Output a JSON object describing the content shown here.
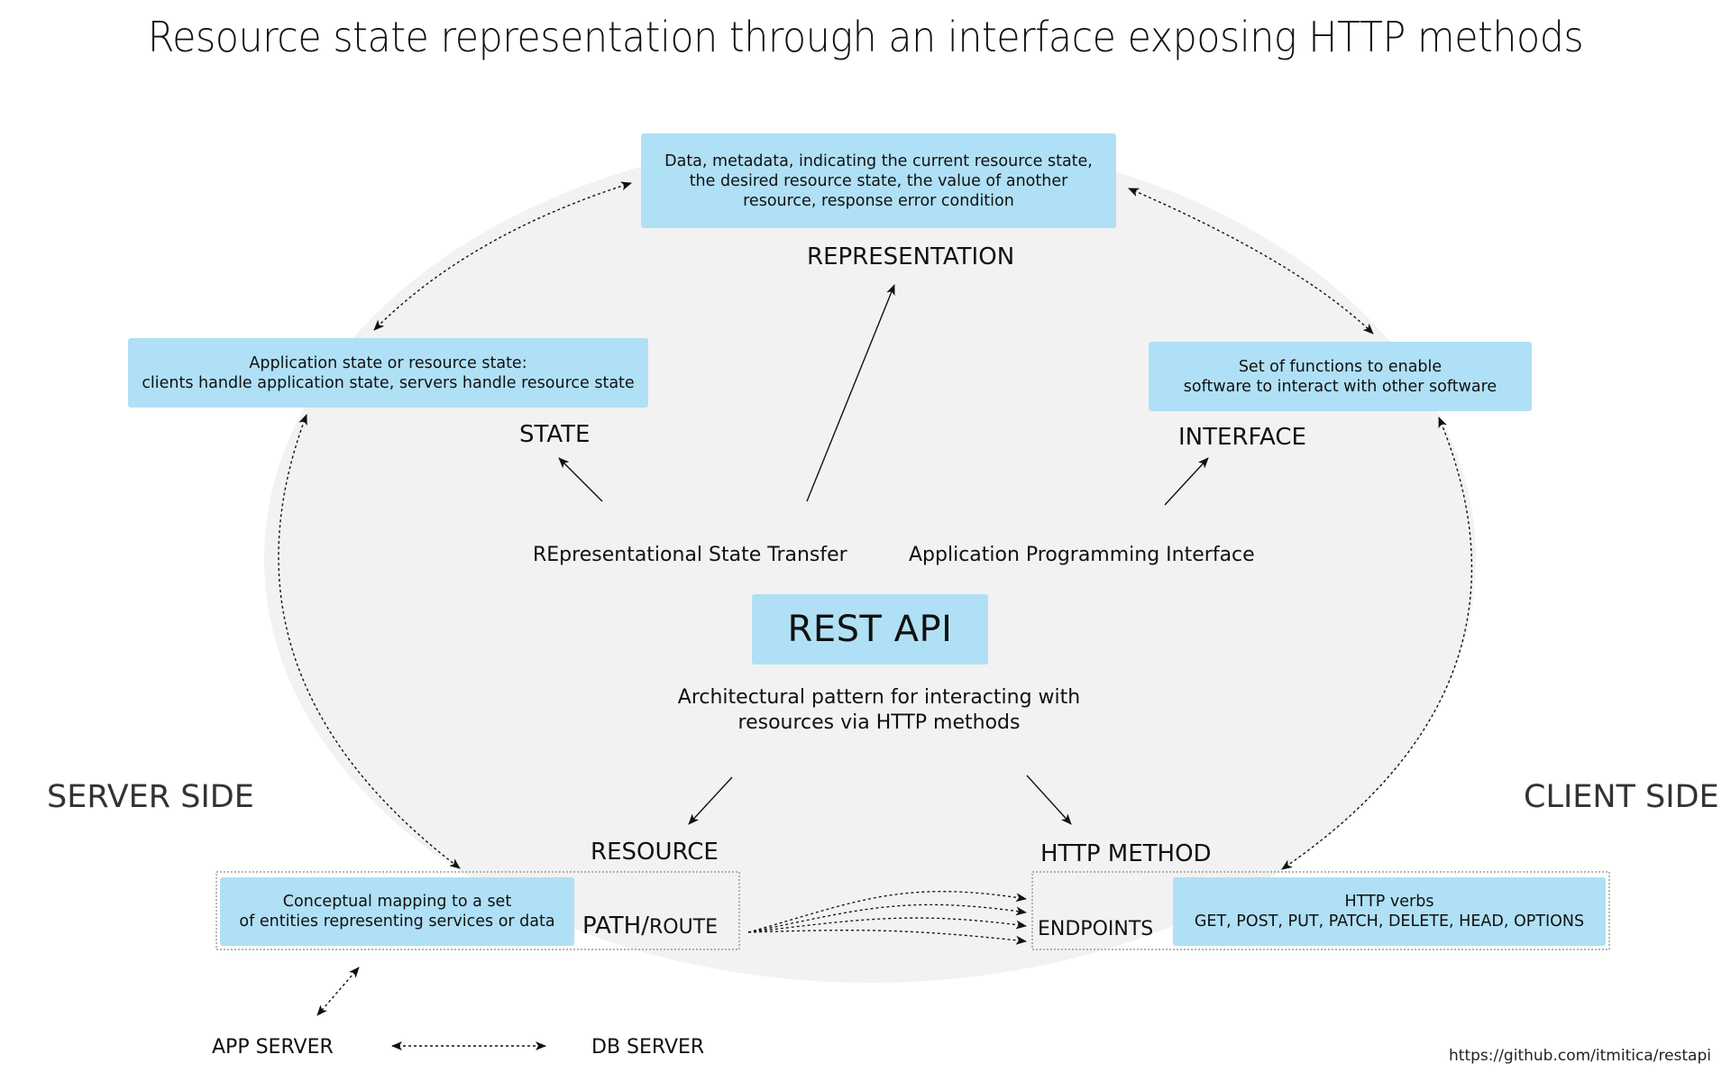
{
  "title": "Resource state representation through an interface exposing HTTP methods",
  "representation": {
    "box_text": "Data, metadata, indicating the current resource state,\nthe desired resource state, the value of another\nresource, response error condition",
    "label": "REPRESENTATION"
  },
  "state": {
    "box_text": "Application state or resource state:\nclients handle application state, servers handle resource state",
    "label": "STATE"
  },
  "interface": {
    "box_text": "Set of functions to enable\nsoftware to interact with other software",
    "label": "INTERFACE"
  },
  "rest": {
    "expansion": "REpresentational State Transfer",
    "api_expansion": "Application Programming Interface",
    "title": "REST API",
    "description": "Architectural pattern for interacting with\nresources via HTTP methods"
  },
  "server_side": "SERVER SIDE",
  "client_side": "CLIENT SIDE",
  "resource": {
    "label": "RESOURCE",
    "box_text": "Conceptual mapping to a set\nof entities representing services or data",
    "path_main": "PATH/",
    "path_suffix": "ROUTE"
  },
  "http_method": {
    "label": "HTTP METHOD",
    "endpoints": "ENDPOINTS",
    "box_text": "HTTP verbs\nGET, POST, PUT, PATCH, DELETE, HEAD, OPTIONS"
  },
  "app_server": "APP SERVER",
  "db_server": "DB SERVER",
  "url": "https://github.com/itmitica/restapi",
  "colors": {
    "box_fill": "#b0e0f5",
    "ellipse_fill": "#f2f2f2"
  }
}
